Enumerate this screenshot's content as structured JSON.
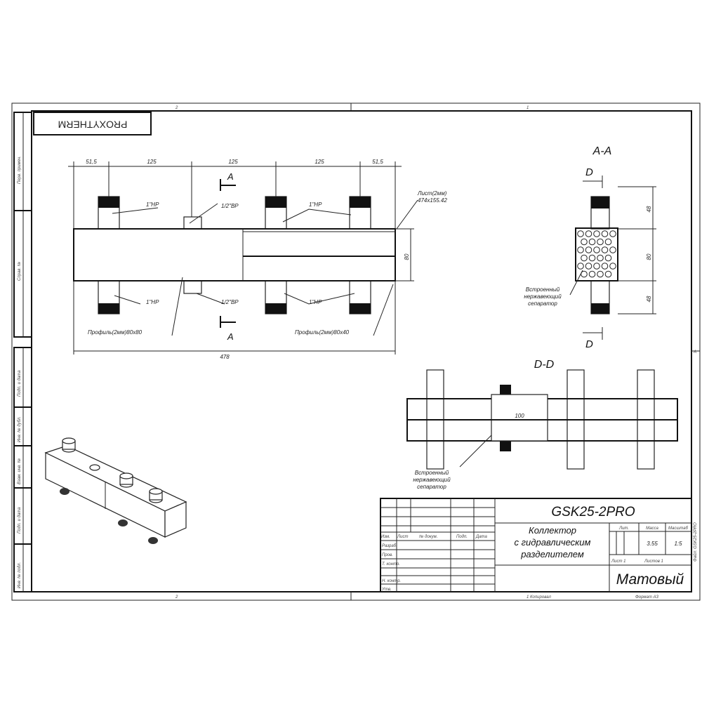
{
  "frame": {
    "zone_top": [
      "2",
      "1"
    ],
    "zone_bottom": [
      "2"
    ],
    "zone_right": "A",
    "copied": "1   Копировал",
    "format": "Формат A3",
    "file": "Файл: GSK25-2PRO"
  },
  "brand": "PROXYTHERM",
  "side_stamp": [
    "Перв. примен.",
    "Справ. №",
    "Подп. и дата",
    "Инв. № дубл.",
    "Взам. инв. №",
    "Подп. и дата",
    "Инв. № подл."
  ],
  "front_view": {
    "dims": [
      "51,5",
      "125",
      "125",
      "125",
      "51,5"
    ],
    "overall": "478",
    "height": "80",
    "section_mark": "A",
    "labels": {
      "thread_top_left": "1\"НР",
      "thread_top_right": "1\"НР",
      "thread_bottom_left": "1\"НР",
      "thread_bottom_right": "1\"НР",
      "boss_top": "1/2\"ВР",
      "boss_bottom": "1/2\"ВР",
      "profile_left": "Профиль(2мм)80x80",
      "profile_right": "Профиль(2мм)80x40",
      "sheet": "Лист(2мм)",
      "sheet_size": "474x155.42"
    }
  },
  "section_aa": {
    "title": "A-A",
    "mark": "D",
    "dims": [
      "48",
      "80",
      "48"
    ],
    "separator": [
      "Встроенный",
      "нержавеющий",
      "сепаратор"
    ]
  },
  "section_dd": {
    "title": "D-D",
    "dim": "100",
    "separator": [
      "Встроенный",
      "нержавеющий",
      "сепаратор"
    ]
  },
  "title_block": {
    "designation": "GSK25-2PRO",
    "name": [
      "Коллектор",
      "с гидравлическим",
      "разделителем"
    ],
    "headers": {
      "lit": "Лит.",
      "mass": "Масса",
      "scale": "Масштаб"
    },
    "mass": "3.55",
    "scale": "1:5",
    "sheet": "Лист 1",
    "sheets": "Листов 1",
    "finish": "Матовый",
    "cols": [
      "Изм.",
      "Лист",
      "№ докум.",
      "Подп.",
      "Дата"
    ],
    "rows": [
      "Разраб.",
      "Пров.",
      "Т. контр.",
      "",
      "Н. контр.",
      "Утв."
    ]
  }
}
